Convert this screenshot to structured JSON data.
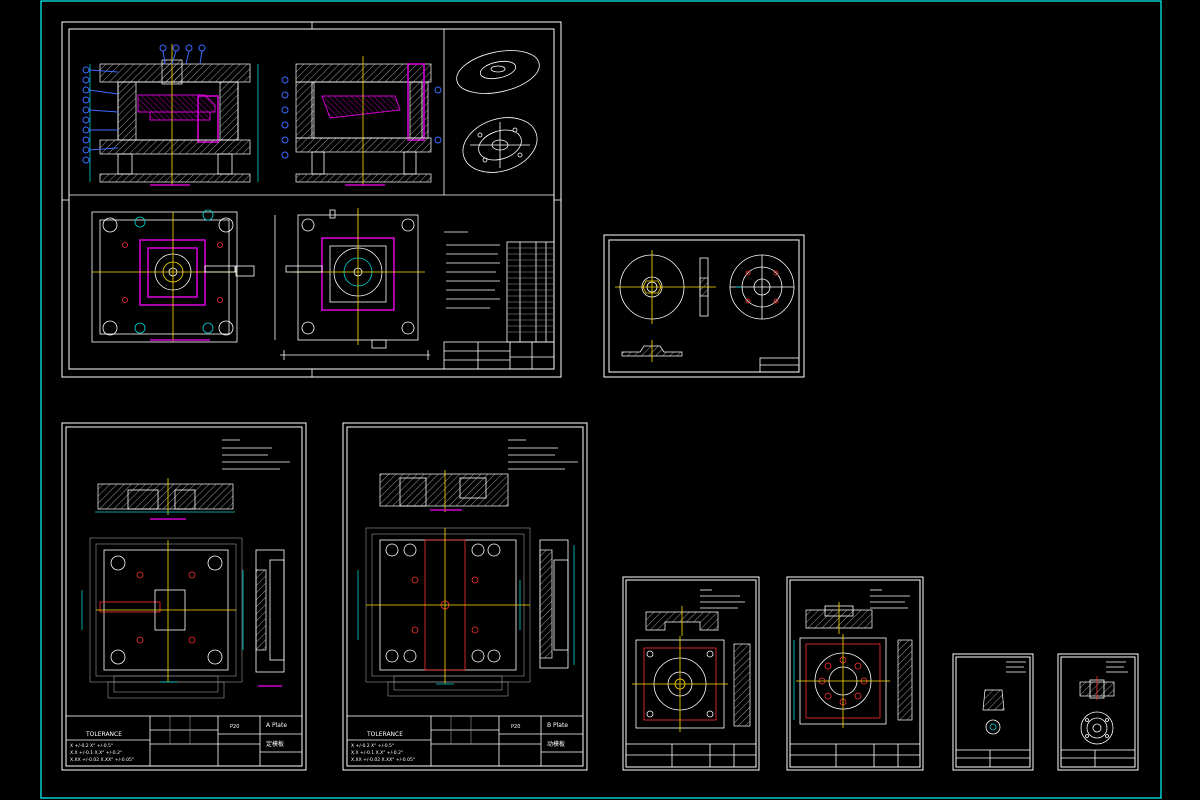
{
  "drawing": {
    "border_color": "#00ffff",
    "background": "#000000",
    "colors": {
      "line": "#ffffff",
      "hidden": "#ff3030",
      "mold": "#d100d1",
      "dimension": "#00d5d5",
      "balloon": "#3b6bff",
      "center": "#ffe000"
    }
  },
  "sheets": {
    "assembly": {
      "section_label_1": "",
      "section_label_2": ""
    },
    "a_plate": {
      "part_name": "A Plate",
      "material": "P20",
      "title_zh": "定模板"
    },
    "b_plate": {
      "part_name": "B Plate",
      "material": "P20",
      "title_zh": "动模板"
    }
  },
  "tolerance": {
    "heading": "TOLERANCE",
    "rows": [
      [
        "X",
        "+/-0.2",
        "X°",
        "+/-0.5°"
      ],
      [
        "X.X",
        "+/-0.1",
        "X.X°",
        "+/-0.2°"
      ],
      [
        "X.XX",
        "+/-0.02",
        "X.XX°",
        "+/-0.05°"
      ]
    ]
  }
}
